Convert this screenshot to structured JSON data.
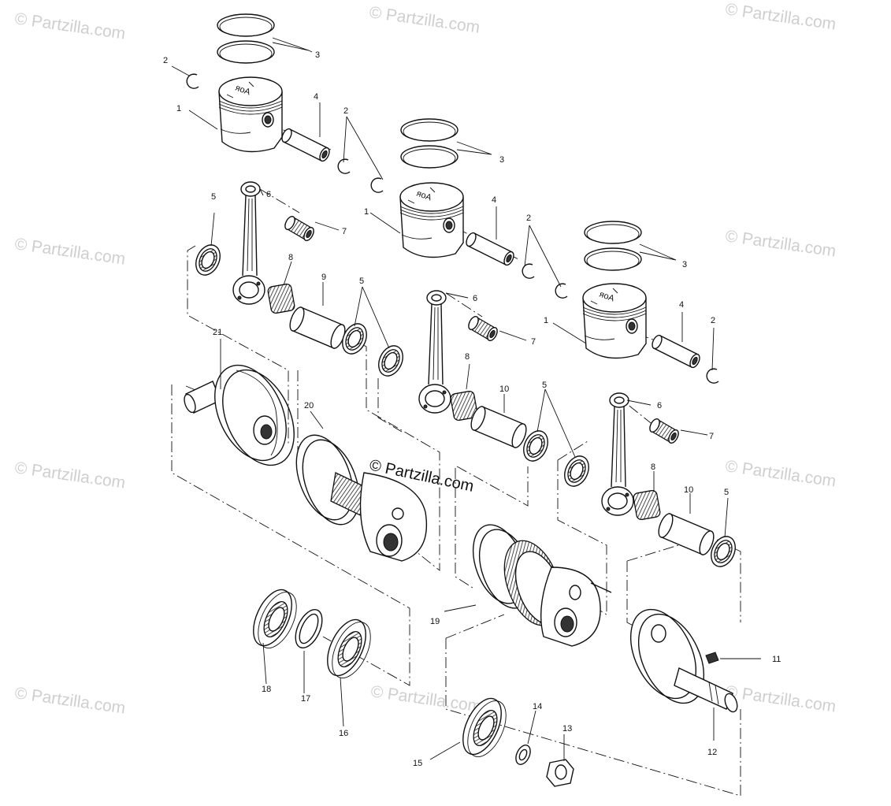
{
  "watermark": {
    "text": "© Partzilla.com",
    "center_text": "© Partzilla.com"
  },
  "callouts": {
    "c1a": "1",
    "c1b": "1",
    "c1c": "1",
    "c2a": "2",
    "c2b": "2",
    "c2c": "2",
    "c2d": "2",
    "c3a": "3",
    "c3b": "3",
    "c3c": "3",
    "c4a": "4",
    "c4b": "4",
    "c4c": "4",
    "c5a": "5",
    "c5b": "5",
    "c5c": "5",
    "c5d": "5",
    "c6a": "6",
    "c6b": "6",
    "c6c": "6",
    "c7a": "7",
    "c7b": "7",
    "c7c": "7",
    "c8a": "8",
    "c8b": "8",
    "c8c": "8",
    "c9": "9",
    "c10a": "10",
    "c10b": "10",
    "c11": "11",
    "c12": "12",
    "c13": "13",
    "c14": "14",
    "c15": "15",
    "c16": "16",
    "c17": "17",
    "c18": "18",
    "c19": "19",
    "c20": "20",
    "c21": "21"
  }
}
